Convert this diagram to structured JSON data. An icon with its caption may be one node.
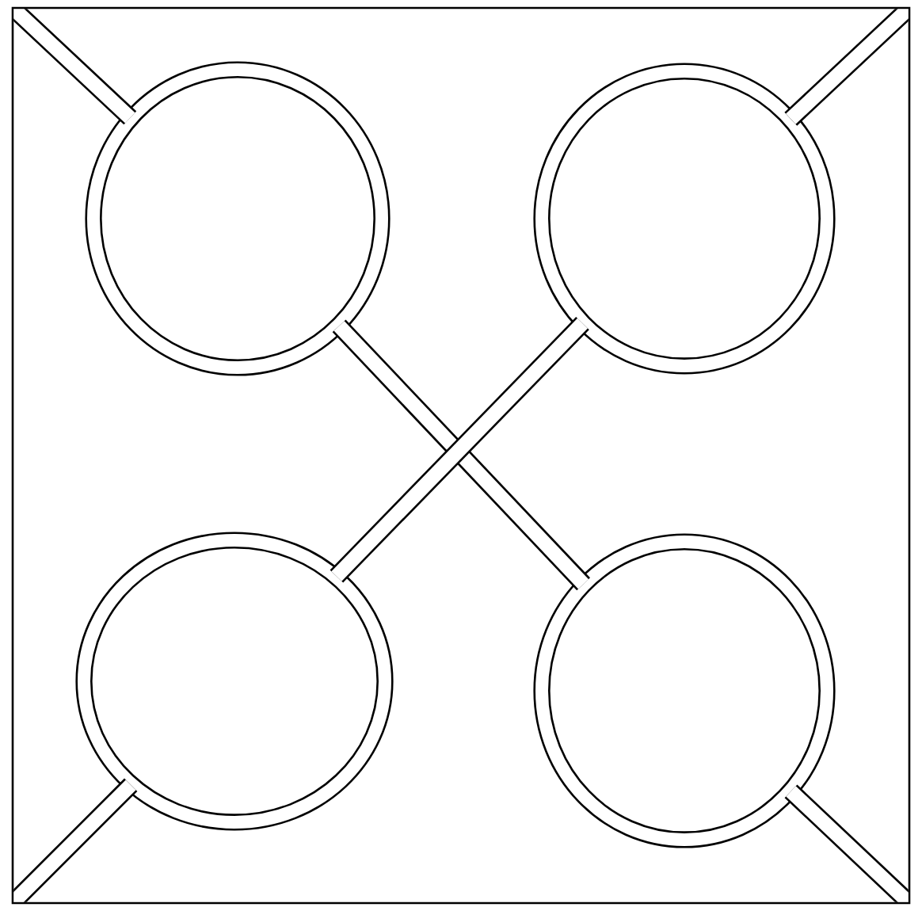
{
  "diagram": {
    "nodes": [
      {
        "text": [],
        "shape": "circle"
      },
      {
        "text": [],
        "shape": "circle"
      },
      {
        "text": [],
        "shape": "circle"
      },
      {
        "text": [],
        "shape": "circle"
      }
    ],
    "edges": [
      {
        "from": 0,
        "to": 3,
        "arrow": "none"
      },
      {
        "from": 1,
        "to": 2,
        "arrow": "none"
      }
    ]
  }
}
